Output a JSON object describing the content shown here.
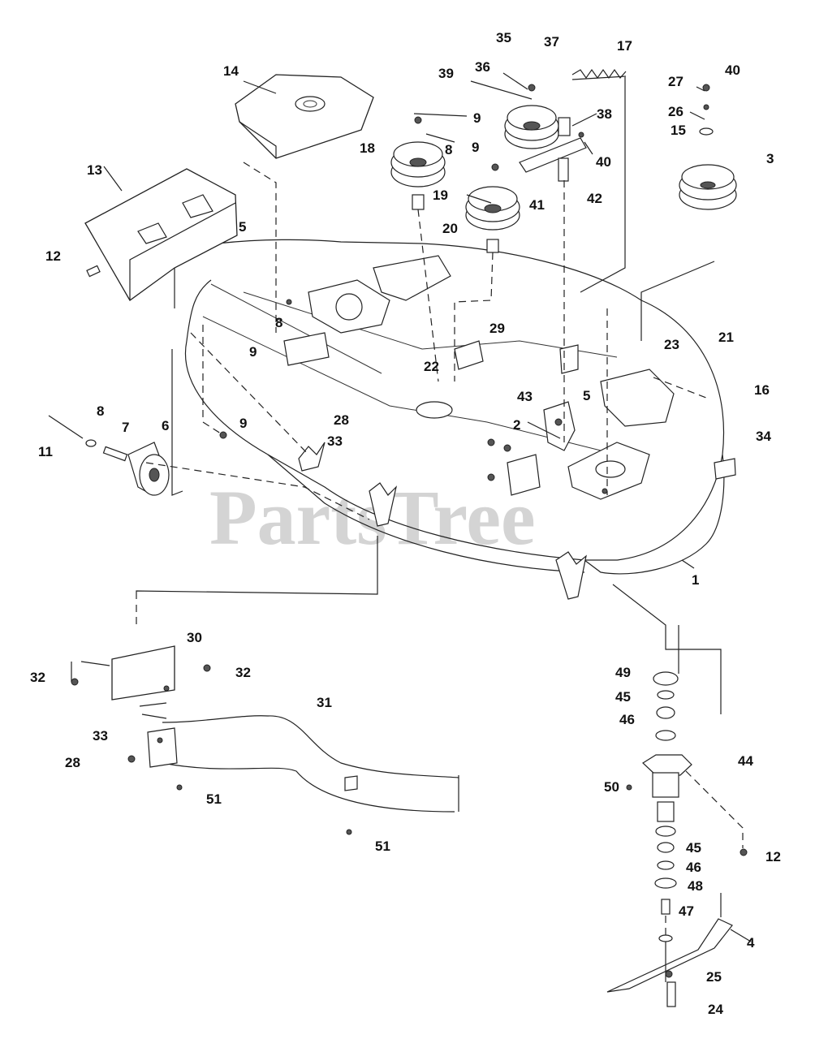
{
  "watermark": "PartsTree",
  "callouts": {
    "c1": "1",
    "c2": "2",
    "c3": "3",
    "c4": "4",
    "c5a": "5",
    "c5b": "5",
    "c6": "6",
    "c7": "7",
    "c8a": "8",
    "c8b": "8",
    "c8c": "8",
    "c9a": "9",
    "c9b": "9",
    "c9c": "9",
    "c9d": "9",
    "c11": "11",
    "c12a": "12",
    "c12b": "12",
    "c13": "13",
    "c14": "14",
    "c15": "15",
    "c16": "16",
    "c17": "17",
    "c18": "18",
    "c19": "19",
    "c20": "20",
    "c21": "21",
    "c22": "22",
    "c23": "23",
    "c24": "24",
    "c25": "25",
    "c26": "26",
    "c27": "27",
    "c28a": "28",
    "c28b": "28",
    "c29": "29",
    "c30": "30",
    "c31": "31",
    "c32a": "32",
    "c32b": "32",
    "c33a": "33",
    "c33b": "33",
    "c34": "34",
    "c35": "35",
    "c36": "36",
    "c37": "37",
    "c38": "38",
    "c39": "39",
    "c40a": "40",
    "c40b": "40",
    "c41": "41",
    "c42": "42",
    "c43": "43",
    "c44": "44",
    "c45a": "45",
    "c45b": "45",
    "c46a": "46",
    "c46b": "46",
    "c47": "47",
    "c48": "48",
    "c49": "49",
    "c50": "50",
    "c51a": "51",
    "c51b": "51"
  }
}
